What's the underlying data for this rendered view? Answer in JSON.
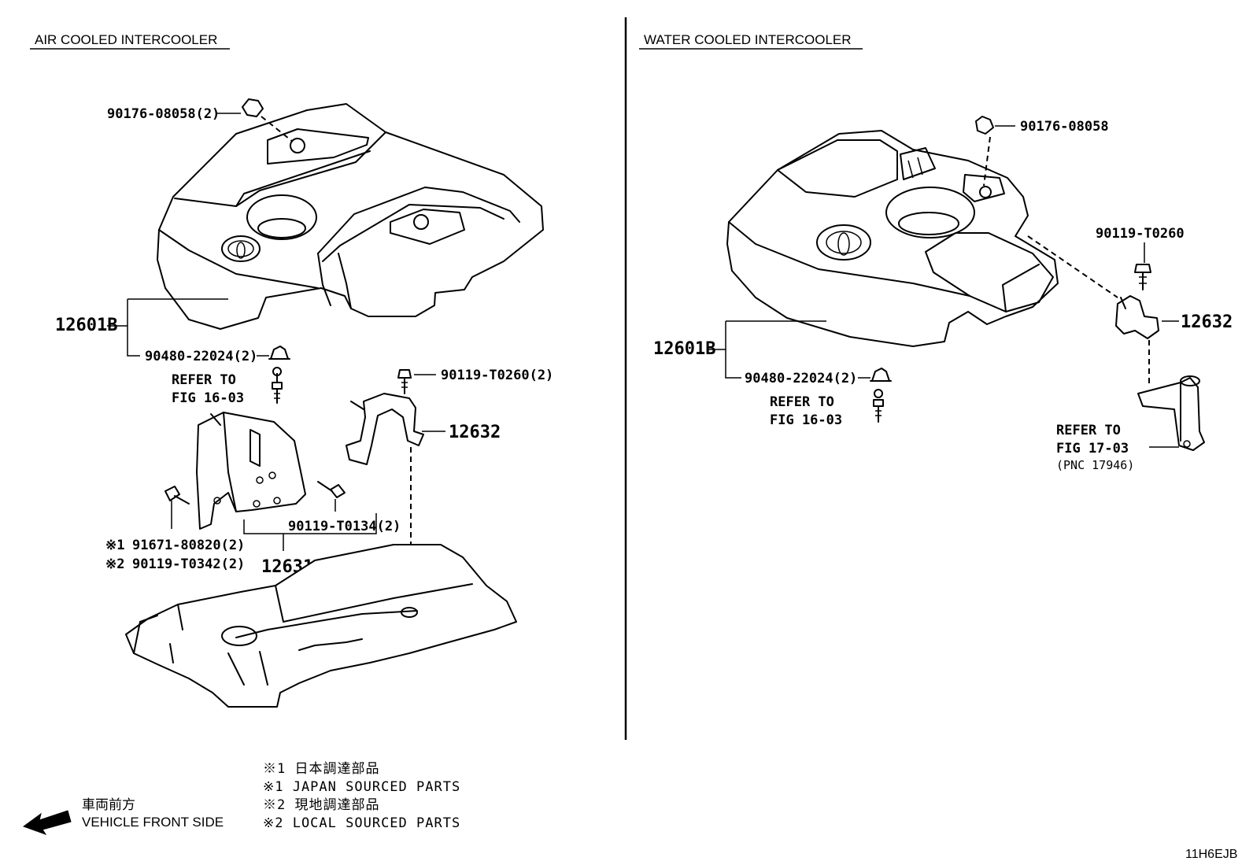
{
  "sections": {
    "left_title": "AIR COOLED INTERCOOLER",
    "right_title": "WATER COOLED INTERCOOLER"
  },
  "left": {
    "p_90176": "90176-08058(2)",
    "p_12601B": "12601B",
    "p_90480": "90480-22024(2)",
    "refer_line1": "REFER TO",
    "refer_line2": "FIG 16-03",
    "p_90119_T0260": "90119-T0260(2)",
    "p_12632": "12632",
    "p_90119_T0134": "90119-T0134(2)",
    "p_91671_prefix": "※1",
    "p_91671": "91671-80820(2)",
    "p_90119_T0342_prefix": "※2",
    "p_90119_T0342": "90119-T0342(2)",
    "p_12631A": "12631A"
  },
  "right": {
    "p_90176": "90176-08058",
    "p_90119_T0260": "90119-T0260",
    "p_12632": "12632",
    "p_12601B": "12601B",
    "p_90480": "90480-22024(2)",
    "refer16_line1": "REFER TO",
    "refer16_line2": "FIG 16-03",
    "refer17_line1": "REFER TO",
    "refer17_line2": "FIG 17-03",
    "pnc": "(PNC 17946)"
  },
  "notes": [
    "※1 日本調達部品",
    "※1 JAPAN SOURCED PARTS",
    "※2 現地調達部品",
    "※2 LOCAL SOURCED PARTS"
  ],
  "legend": {
    "jp": "車両前方",
    "en": "VEHICLE FRONT SIDE",
    "icon": "arrow-left-icon"
  },
  "footer_code": "11H6EJB"
}
